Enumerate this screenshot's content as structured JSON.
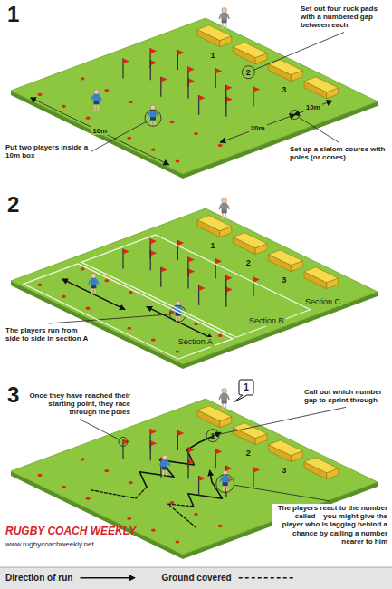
{
  "diagram": {
    "nodes": [
      {
        "text": [
          "Section A"
        ]
      },
      {
        "text": [
          "Section B"
        ]
      },
      {
        "text": [
          "1"
        ]
      }
    ],
    "labels": [
      "1",
      "Set out four ruck pads with a numbered gap between each",
      "10m",
      "Put two players inside a 10m box",
      "20m",
      "10m",
      "Set up a slalom course with poles (or cones)",
      "1",
      "2",
      "3",
      "2",
      "The players run from side to side in section A",
      "Section C",
      "1",
      "2",
      "3",
      "3",
      "Once they have reached their starting point, they race through the poles",
      "Call out which number gap to sprint through",
      "1",
      "2",
      "3",
      "The players react to the number called – you might give the player who is lagging behind a chance by calling a number nearer to him",
      "RUGBY COACH WEEKLY",
      "www.rugbycoachweekly.net"
    ],
    "legend": [
      {
        "text": "Direction of run"
      },
      {
        "text": "Ground covered"
      }
    ]
  }
}
